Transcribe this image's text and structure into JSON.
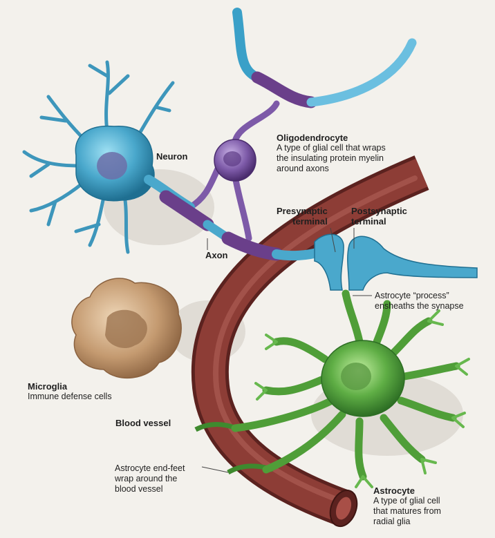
{
  "labels": {
    "neuron": "Neuron",
    "axon": "Axon",
    "oligodendrocyte": {
      "title": "Oligodendrocyte",
      "lines": [
        "A type of glial cell that wraps",
        "the insulating protein myelin",
        "around axons"
      ]
    },
    "presynaptic": [
      "Presynaptic",
      "terminal"
    ],
    "postsynaptic": [
      "Postsynaptic",
      "terminal"
    ],
    "astrocyte_process": [
      "Astrocyte “process”",
      "ensheaths the synapse"
    ],
    "microglia": {
      "title": "Microglia",
      "lines": [
        "Immune defense cells"
      ]
    },
    "blood_vessel": "Blood vessel",
    "end_feet": [
      "Astrocyte end-feet",
      "wrap around the",
      "blood vessel"
    ],
    "astrocyte": {
      "title": "Astrocyte",
      "lines": [
        "A type of glial cell",
        "that matures from",
        "radial glia"
      ]
    }
  },
  "colors": {
    "background": "#f3f1ec",
    "neuron": "#4aa8cc",
    "myelin": "#6a3f8a",
    "oligodendrocyte": "#7d5aa8",
    "astrocyte": "#5fae45",
    "blood_vessel": "#7b3530",
    "microglia": "#c49a70"
  }
}
